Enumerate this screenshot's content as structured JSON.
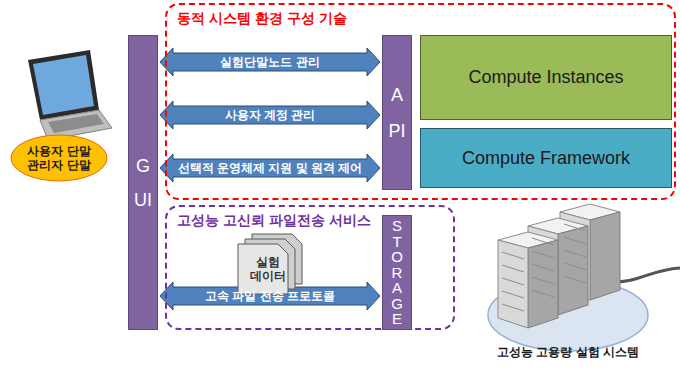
{
  "diagram": {
    "nodes": [
      {
        "text": [
          "사용자 단말 관리자 단말"
        ]
      },
      {
        "text": [
          "GUI"
        ]
      },
      {
        "text": [
          "동적 시스템 환경 구성 기술"
        ]
      },
      {
        "text": [
          "API"
        ],
        "in": 2
      },
      {
        "text": [
          "Compute Instances"
        ],
        "in": 2
      },
      {
        "text": [
          "Compute Framework"
        ],
        "in": 2
      },
      {
        "text": [
          "고성능 고신뢰 파일전송 서비스"
        ]
      },
      {
        "text": [
          "STORAGE"
        ],
        "in": 6
      },
      {
        "text": [
          "실험 데이터"
        ],
        "in": 6
      }
    ],
    "edges": [
      {
        "from": 1,
        "to": 3,
        "label": "실험단말노드 관리",
        "arrow": "both"
      },
      {
        "from": 1,
        "to": 3,
        "label": "사용자 계정 관리",
        "arrow": "both"
      },
      {
        "from": 1,
        "to": 3,
        "label": "선택적 운영체제 지원 및 원격 제어",
        "arrow": "both"
      },
      {
        "from": 1,
        "to": 7,
        "label": "고속 파일 전송 프로토콜",
        "arrow": "both"
      }
    ],
    "labels": [
      "고성능 고용량 실험 시스템"
    ]
  }
}
